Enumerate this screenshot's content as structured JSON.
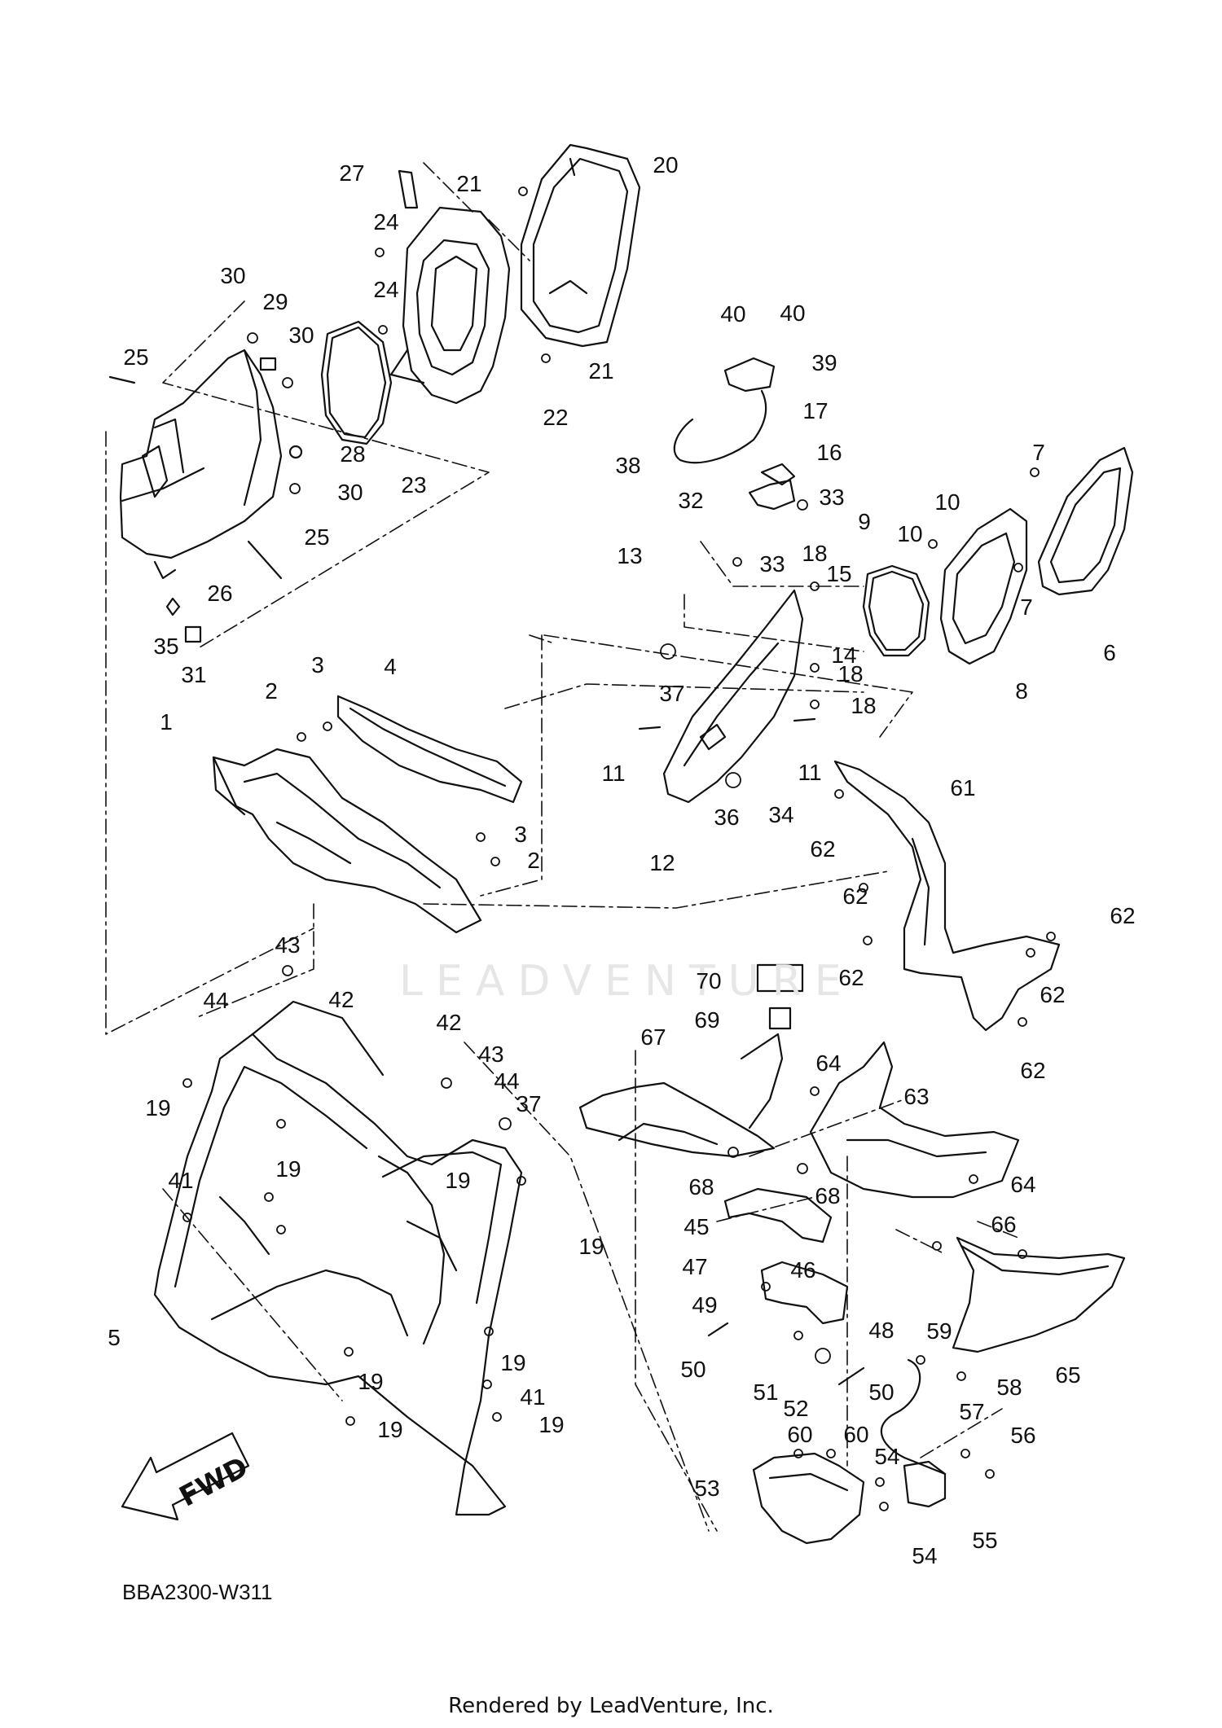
{
  "diagram_code": "BBA2300-W311",
  "footer": "Rendered by LeadVenture, Inc.",
  "watermark": "LEADVENTURE",
  "fwd_label": "FWD",
  "parts": [
    {
      "id": "c1",
      "label": "1"
    },
    {
      "id": "c2a",
      "label": "2"
    },
    {
      "id": "c2b",
      "label": "2"
    },
    {
      "id": "c3a",
      "label": "3"
    },
    {
      "id": "c3b",
      "label": "3"
    },
    {
      "id": "c4",
      "label": "4"
    },
    {
      "id": "c5",
      "label": "5"
    },
    {
      "id": "c6",
      "label": "6"
    },
    {
      "id": "c7a",
      "label": "7"
    },
    {
      "id": "c7b",
      "label": "7"
    },
    {
      "id": "c8",
      "label": "8"
    },
    {
      "id": "c9",
      "label": "9"
    },
    {
      "id": "c10a",
      "label": "10"
    },
    {
      "id": "c10b",
      "label": "10"
    },
    {
      "id": "c11a",
      "label": "11"
    },
    {
      "id": "c11b",
      "label": "11"
    },
    {
      "id": "c12",
      "label": "12"
    },
    {
      "id": "c13",
      "label": "13"
    },
    {
      "id": "c14",
      "label": "14"
    },
    {
      "id": "c15",
      "label": "15"
    },
    {
      "id": "c16",
      "label": "16"
    },
    {
      "id": "c17",
      "label": "17"
    },
    {
      "id": "c18a",
      "label": "18"
    },
    {
      "id": "c18b",
      "label": "18"
    },
    {
      "id": "c18c",
      "label": "18"
    },
    {
      "id": "c19a",
      "label": "19"
    },
    {
      "id": "c19b",
      "label": "19"
    },
    {
      "id": "c19c",
      "label": "19"
    },
    {
      "id": "c19d",
      "label": "19"
    },
    {
      "id": "c19e",
      "label": "19"
    },
    {
      "id": "c19f",
      "label": "19"
    },
    {
      "id": "c19g",
      "label": "19"
    },
    {
      "id": "c19h",
      "label": "19"
    },
    {
      "id": "c20",
      "label": "20"
    },
    {
      "id": "c21a",
      "label": "21"
    },
    {
      "id": "c21b",
      "label": "21"
    },
    {
      "id": "c22",
      "label": "22"
    },
    {
      "id": "c23",
      "label": "23"
    },
    {
      "id": "c24a",
      "label": "24"
    },
    {
      "id": "c24b",
      "label": "24"
    },
    {
      "id": "c25a",
      "label": "25"
    },
    {
      "id": "c25b",
      "label": "25"
    },
    {
      "id": "c26",
      "label": "26"
    },
    {
      "id": "c27",
      "label": "27"
    },
    {
      "id": "c28",
      "label": "28"
    },
    {
      "id": "c29",
      "label": "29"
    },
    {
      "id": "c30a",
      "label": "30"
    },
    {
      "id": "c30b",
      "label": "30"
    },
    {
      "id": "c30c",
      "label": "30"
    },
    {
      "id": "c31",
      "label": "31"
    },
    {
      "id": "c32",
      "label": "32"
    },
    {
      "id": "c33a",
      "label": "33"
    },
    {
      "id": "c33b",
      "label": "33"
    },
    {
      "id": "c34",
      "label": "34"
    },
    {
      "id": "c35",
      "label": "35"
    },
    {
      "id": "c36",
      "label": "36"
    },
    {
      "id": "c37a",
      "label": "37"
    },
    {
      "id": "c37b",
      "label": "37"
    },
    {
      "id": "c38",
      "label": "38"
    },
    {
      "id": "c39",
      "label": "39"
    },
    {
      "id": "c40a",
      "label": "40"
    },
    {
      "id": "c40b",
      "label": "40"
    },
    {
      "id": "c41a",
      "label": "41"
    },
    {
      "id": "c41b",
      "label": "41"
    },
    {
      "id": "c42a",
      "label": "42"
    },
    {
      "id": "c42b",
      "label": "42"
    },
    {
      "id": "c43a",
      "label": "43"
    },
    {
      "id": "c43b",
      "label": "43"
    },
    {
      "id": "c44a",
      "label": "44"
    },
    {
      "id": "c44b",
      "label": "44"
    },
    {
      "id": "c45",
      "label": "45"
    },
    {
      "id": "c46",
      "label": "46"
    },
    {
      "id": "c47",
      "label": "47"
    },
    {
      "id": "c48",
      "label": "48"
    },
    {
      "id": "c49",
      "label": "49"
    },
    {
      "id": "c50a",
      "label": "50"
    },
    {
      "id": "c50b",
      "label": "50"
    },
    {
      "id": "c51",
      "label": "51"
    },
    {
      "id": "c52",
      "label": "52"
    },
    {
      "id": "c53",
      "label": "53"
    },
    {
      "id": "c54a",
      "label": "54"
    },
    {
      "id": "c54b",
      "label": "54"
    },
    {
      "id": "c55",
      "label": "55"
    },
    {
      "id": "c56",
      "label": "56"
    },
    {
      "id": "c57",
      "label": "57"
    },
    {
      "id": "c58",
      "label": "58"
    },
    {
      "id": "c59",
      "label": "59"
    },
    {
      "id": "c60a",
      "label": "60"
    },
    {
      "id": "c60b",
      "label": "60"
    },
    {
      "id": "c61",
      "label": "61"
    },
    {
      "id": "c62a",
      "label": "62"
    },
    {
      "id": "c62b",
      "label": "62"
    },
    {
      "id": "c62c",
      "label": "62"
    },
    {
      "id": "c62d",
      "label": "62"
    },
    {
      "id": "c62e",
      "label": "62"
    },
    {
      "id": "c62f",
      "label": "62"
    },
    {
      "id": "c63",
      "label": "63"
    },
    {
      "id": "c64a",
      "label": "64"
    },
    {
      "id": "c64b",
      "label": "64"
    },
    {
      "id": "c65",
      "label": "65"
    },
    {
      "id": "c66",
      "label": "66"
    },
    {
      "id": "c67",
      "label": "67"
    },
    {
      "id": "c68a",
      "label": "68"
    },
    {
      "id": "c68b",
      "label": "68"
    },
    {
      "id": "c69",
      "label": "69"
    },
    {
      "id": "c70",
      "label": "70"
    }
  ]
}
